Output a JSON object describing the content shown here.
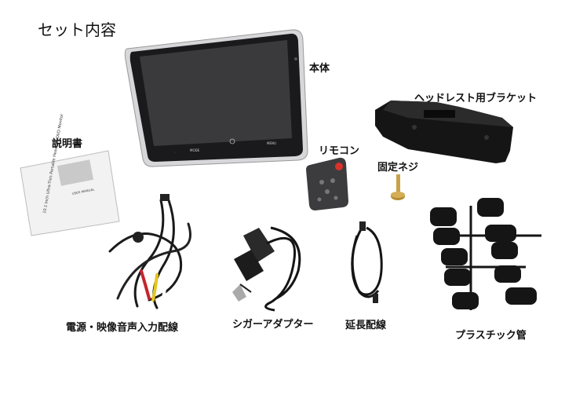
{
  "title": "セット内容",
  "labels": {
    "main_unit": "本体",
    "bracket": "ヘッドレスト用ブラケット",
    "manual": "説明書",
    "remote": "リモコン",
    "screw": "固定ネジ",
    "power_av_cable": "電源・映像音声入力配線",
    "cigar_adapter": "シガーアダプター",
    "extension_cable": "延長配線",
    "plastic_tube": "プラスチック管"
  },
  "monitor_buttons": [
    "",
    "MODE",
    "",
    "MENU",
    ""
  ],
  "manual_cover_text": "10.1 Inch Ultra-Thin Portable Headrest DVD Monitor",
  "manual_cover_sub": "USER MANUAL",
  "colors": {
    "screen": "#3a3a3d",
    "bezel": "#1a1a1c",
    "frame": "#d7d7d9",
    "plastic": "#151515"
  }
}
